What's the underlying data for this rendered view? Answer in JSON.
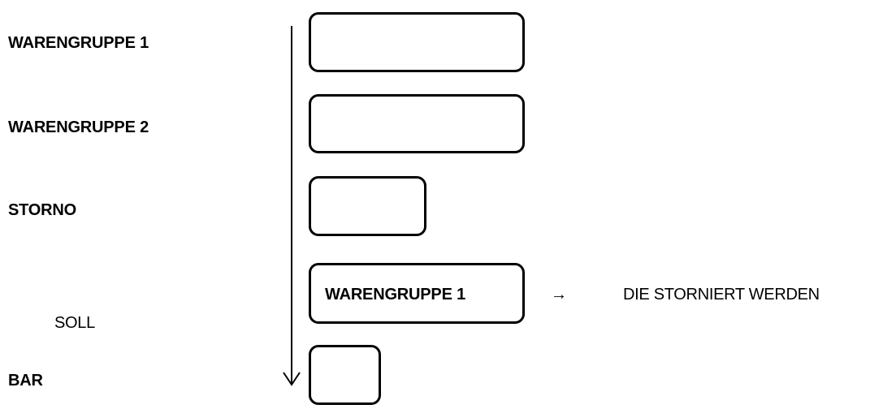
{
  "labels": {
    "row1": "WARENGRUPPE 1",
    "row2": "WARENGRUPPE 2",
    "row3": "STORNO",
    "soll": "SOLL",
    "row5": "BAR"
  },
  "boxes": {
    "box4_text": "WARENGRUPPE 1"
  },
  "annotation": {
    "arrow_glyph": "→",
    "text": "DIE STORNIERT WERDEN"
  },
  "colors": {
    "stroke": "#000000",
    "background": "#ffffff"
  }
}
